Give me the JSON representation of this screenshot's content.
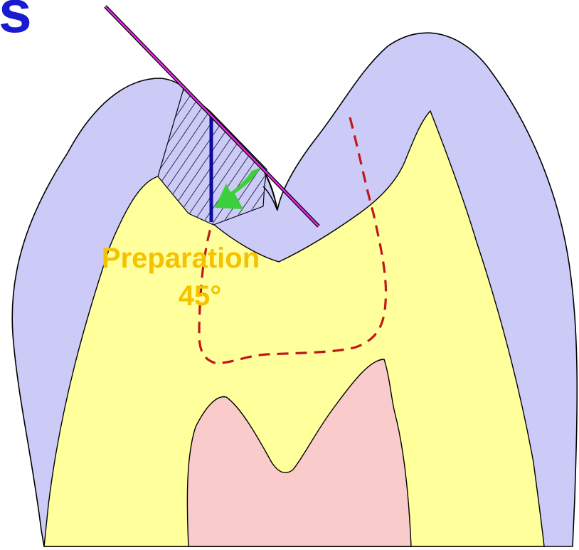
{
  "page": {
    "title_fragment": "s"
  },
  "diagram": {
    "label_line1": "Preparation",
    "label_line2": "45°",
    "colors": {
      "title": "#1a1ad0",
      "label": "#f5c200",
      "enamel": "#cccbf8",
      "dentin": "#ffff9c",
      "pulp": "#f9cbcb",
      "outline": "#000000",
      "bevel_line": "#e62be6",
      "vertical_wall": "#0a0aa0",
      "arrow": "#3ccf3c",
      "dashed_outline": "#c01818",
      "hatch": "#303050"
    },
    "icons": {
      "arrow": "curved-arrow-icon"
    }
  }
}
